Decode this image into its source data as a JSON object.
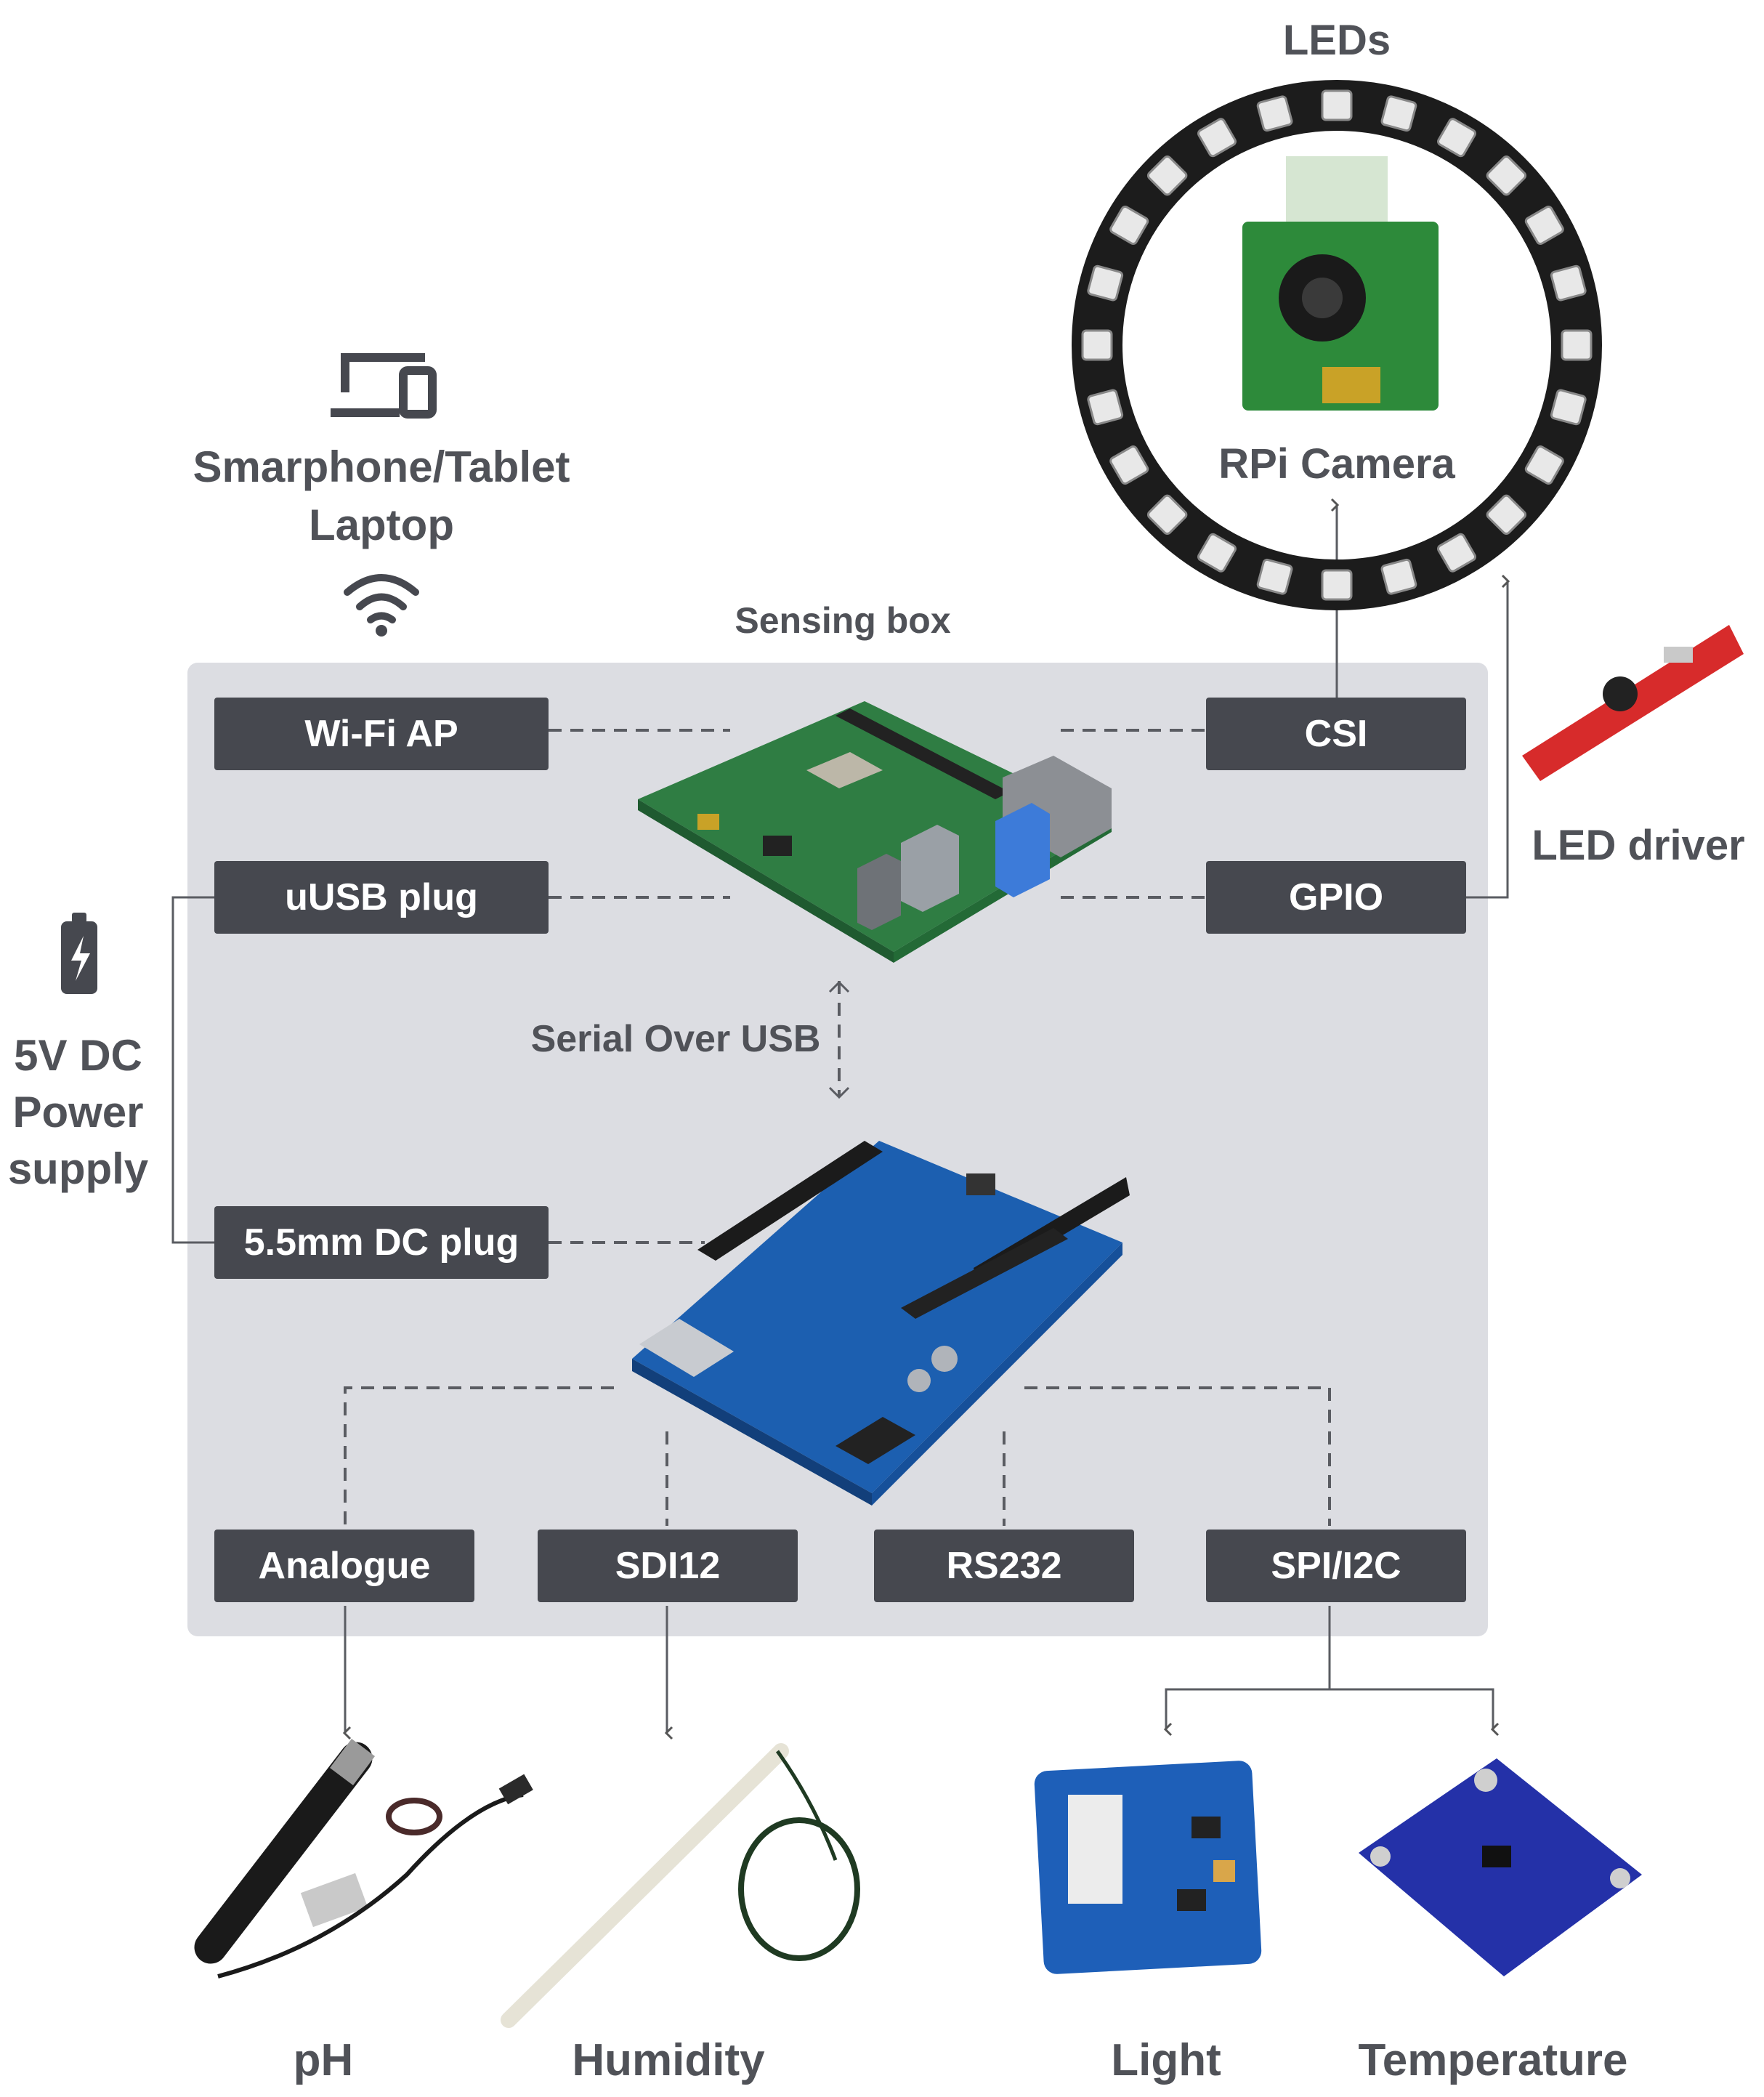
{
  "title": "Sensing box",
  "device": {
    "line1": "Smarphone/Tablet",
    "line2": "Laptop",
    "icon": "laptop-phone-icon",
    "wifi_icon": "wifi-icon"
  },
  "power": {
    "line1": "5V DC",
    "line2": "Power",
    "line3": "supply",
    "icon": "battery-icon"
  },
  "ports": {
    "wifi_ap": "Wi-Fi AP",
    "usb_plug": "uUSB plug",
    "dc_plug": "5.5mm DC plug",
    "csi": "CSI",
    "gpio": "GPIO",
    "analogue": "Analogue",
    "sdi12": "SDI12",
    "rs232": "RS232",
    "spi_i2c": "SPI/I2C"
  },
  "serial_link": "Serial Over USB",
  "peripherals": {
    "leds": "LEDs",
    "camera": "RPi Camera",
    "led_driver": "LED driver"
  },
  "sensors": {
    "ph": "pH",
    "humidity": "Humidity",
    "light": "Light",
    "temperature": "Temperature"
  },
  "colors": {
    "panel": "#dcdde2",
    "label_bg": "#46484f",
    "label_text": "#ffffff",
    "text": "#505258"
  }
}
